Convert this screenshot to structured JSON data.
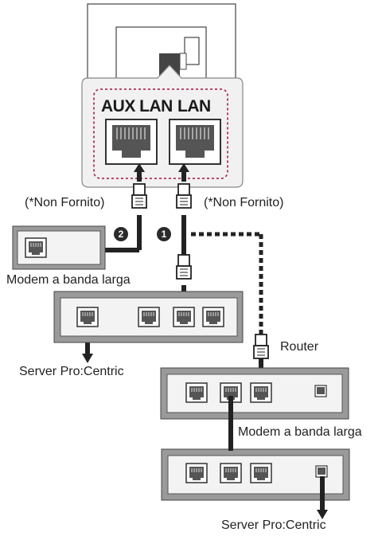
{
  "tv_panel": {
    "port_aux": "AUX LAN",
    "port_lan": "LAN"
  },
  "labels": {
    "non_fornito_left": "(*Non Fornito)",
    "non_fornito_right": "(*Non Fornito)",
    "modem_left": "Modem a banda larga",
    "router": "Router",
    "server_left": "Server Pro:Centric",
    "modem_right": "Modem a banda larga",
    "server_bottom": "Server Pro:Centric"
  },
  "badges": {
    "one": "1",
    "two": "2"
  },
  "colors": {
    "highlight_dashed": "#b0305a",
    "panel": "#f0f0f0",
    "device": "#9a9a9a",
    "cable": "#222222"
  },
  "icons": [
    "rj45-port-icon",
    "ethernet-plug-icon",
    "arrow-icon"
  ]
}
